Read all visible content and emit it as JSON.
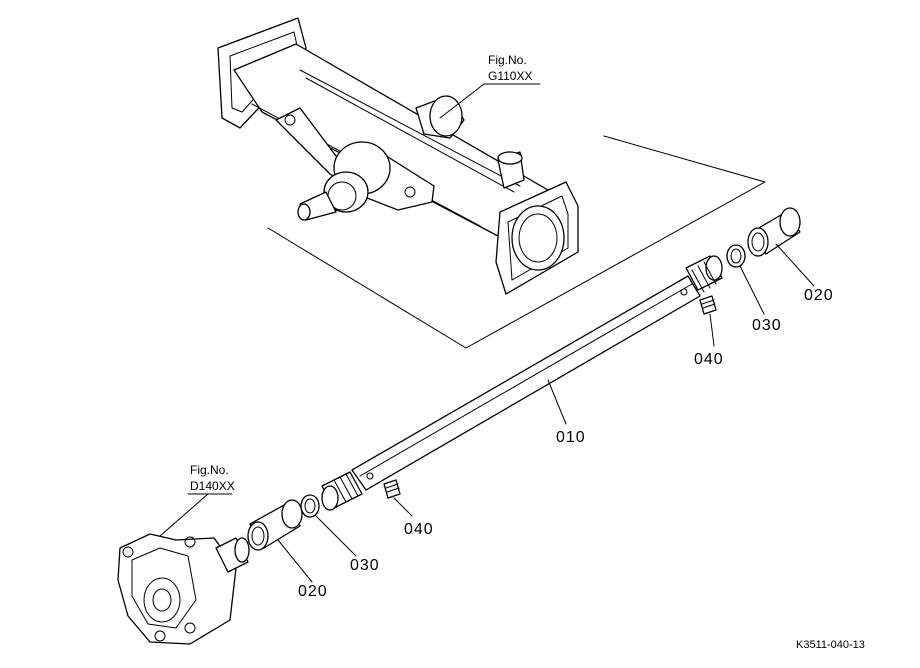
{
  "fig_refs": {
    "upper_line1": "Fig.No.",
    "upper_line2": "G110XX",
    "lower_line1": "Fig.No.",
    "lower_line2": "D140XX"
  },
  "callouts": {
    "shaft": "010",
    "bushing_upper": "020",
    "ring_upper": "030",
    "nipple_upper": "040",
    "bushing_lower": "020",
    "ring_lower": "030",
    "nipple_lower": "040"
  },
  "doc_id": "K3511-040-13"
}
